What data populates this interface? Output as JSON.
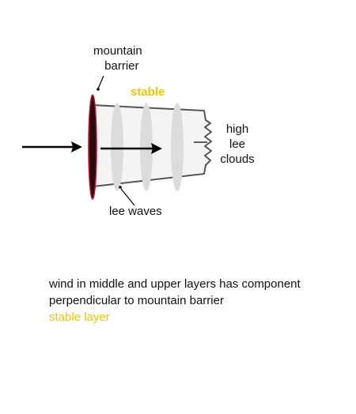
{
  "labels": {
    "mountain_line1": "mountain",
    "mountain_line2": "barrier",
    "stable": "stable",
    "clouds_line1": "high",
    "clouds_line2": "lee",
    "clouds_line3": "clouds",
    "lee_waves": "lee waves"
  },
  "caption": {
    "line1": "wind in middle and upper layers has component",
    "line2": "perpendicular to mountain barrier",
    "line3": "stable layer"
  },
  "colors": {
    "stable": "#e8c900",
    "barrier_fill": "#2b0a0e",
    "barrier_edge": "#c2112b",
    "wave": "#dcdcdc",
    "layer_outline": "#555555"
  }
}
